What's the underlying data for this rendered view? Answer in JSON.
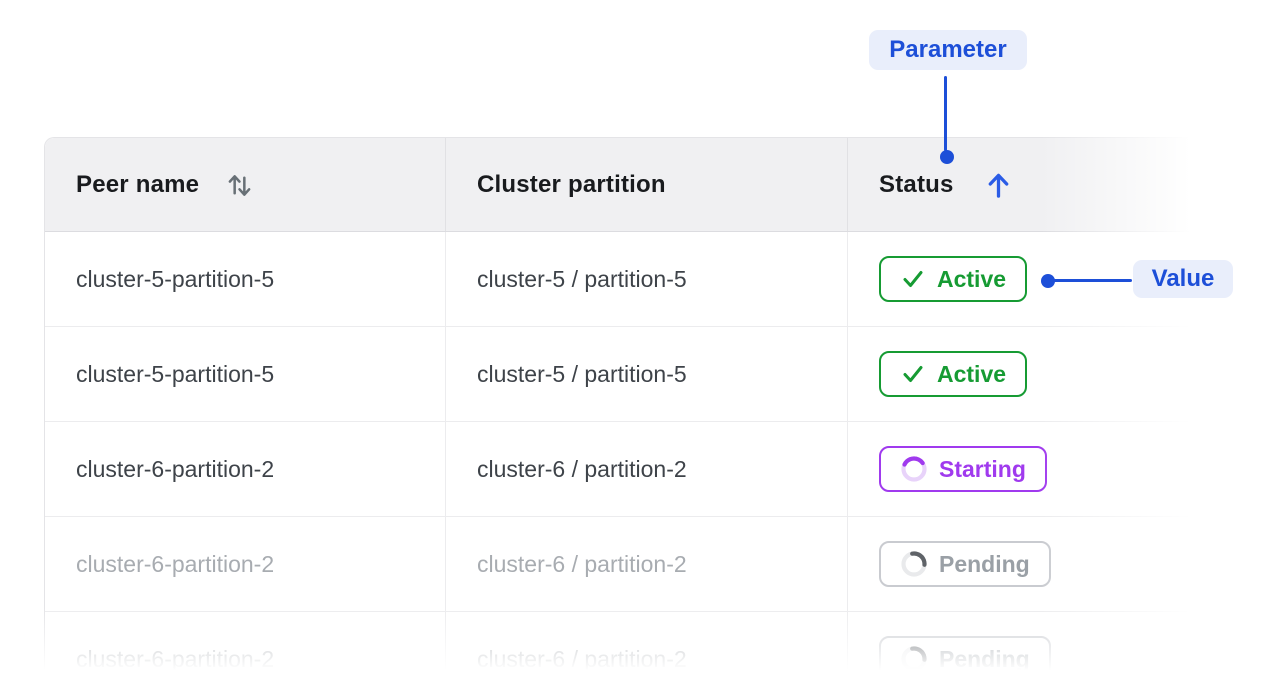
{
  "colors": {
    "accent_blue": "#1d4fd8",
    "annotation_pill_bg": "#e9eefb",
    "sort_active_blue": "#2b5ce6",
    "sort_inactive_gray": "#687076",
    "green": "#169b33",
    "purple": "#a03aee",
    "purple_track": "#e8d3fa",
    "pending_text": "#9aa0a6",
    "pending_border": "#c9cbd0",
    "pending_track": "#e9eaec",
    "pending_arc": "#5f6368",
    "header_bg": "#f0f0f2",
    "header_text": "#191b1e",
    "header_divider": "#e1e1e4",
    "header_bottom": "#dcdce0",
    "body_text": "#3e4349",
    "muted_text": "#a8acb1",
    "divider": "#ececee",
    "outer_border": "#e4e4e7"
  },
  "annotations": {
    "parameter": "Parameter",
    "value": "Value"
  },
  "table": {
    "headers": [
      {
        "label": "Peer name",
        "sort_state": "sortable"
      },
      {
        "label": "Cluster partition",
        "sort_state": "none"
      },
      {
        "label": "Status",
        "sort_state": "ascending"
      }
    ],
    "rows": [
      {
        "peer_name": "cluster-5-partition-5",
        "cluster_partition": "cluster-5 / partition-5",
        "status_label": "Active",
        "status_kind": "active",
        "muted": false
      },
      {
        "peer_name": "cluster-5-partition-5",
        "cluster_partition": "cluster-5 / partition-5",
        "status_label": "Active",
        "status_kind": "active",
        "muted": false
      },
      {
        "peer_name": "cluster-6-partition-2",
        "cluster_partition": "cluster-6 / partition-2",
        "status_label": "Starting",
        "status_kind": "starting",
        "muted": false
      },
      {
        "peer_name": "cluster-6-partition-2",
        "cluster_partition": "cluster-6 / partition-2",
        "status_label": "Pending",
        "status_kind": "pending",
        "muted": true
      },
      {
        "peer_name": "cluster-6-partition-2",
        "cluster_partition": "cluster-6 / partition-2",
        "status_label": "Pending",
        "status_kind": "pending",
        "muted": true,
        "partially_visible": true
      }
    ]
  }
}
